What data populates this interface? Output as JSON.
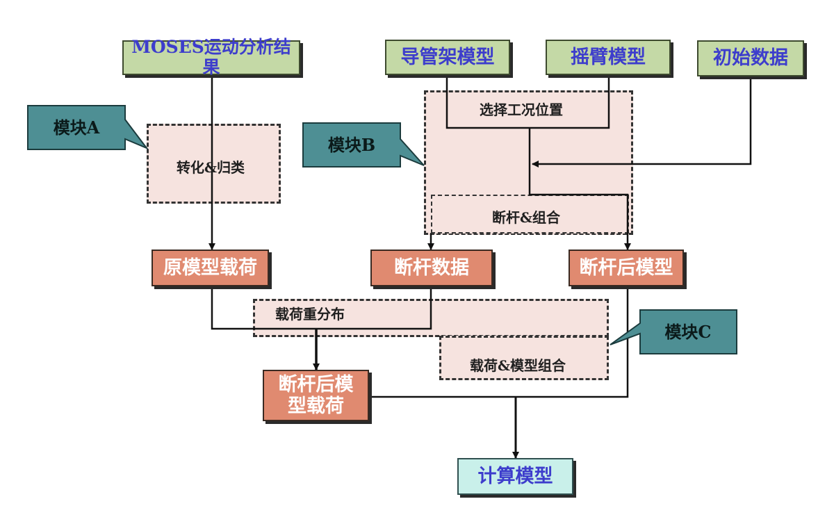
{
  "nodes": {
    "moses": "MOSES运动分析结果",
    "jacket": "导管架模型",
    "arm": "摇臂模型",
    "init": "初始数据",
    "orig_load": "原模型载荷",
    "break_data": "断杆数据",
    "after_model": "断杆后模型",
    "after_load": "断杆后模型载荷",
    "calc": "计算模型"
  },
  "regions": {
    "convert": "转化&归类",
    "select": "选择工况位置",
    "combine": "断杆&组合",
    "redistribute": "载荷重分布",
    "load_model": "载荷&模型组合"
  },
  "callouts": {
    "a": "模块A",
    "b": "模块B",
    "c": "模块C"
  },
  "colors": {
    "input_fill": "#c4d9a6",
    "result_fill": "#e08a70",
    "output_fill": "#c9f0ea",
    "module_fill": "#4e8f94",
    "region_fill": "#f6e3df"
  }
}
